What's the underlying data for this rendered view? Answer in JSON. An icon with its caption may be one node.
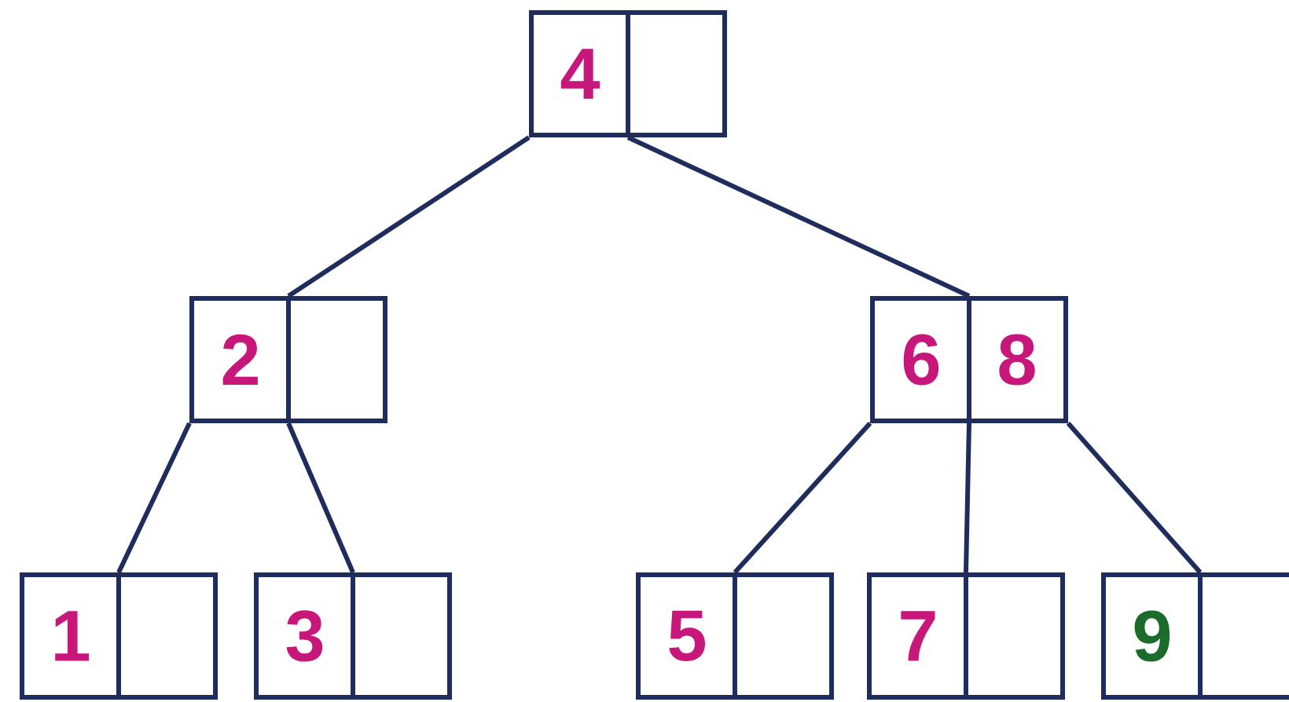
{
  "diagram": {
    "nodes": [
      {
        "text": [
          "4"
        ]
      },
      {
        "text": [
          "2"
        ]
      },
      {
        "text": [
          "6",
          "8"
        ]
      },
      {
        "text": [
          "1"
        ]
      },
      {
        "text": [
          "3"
        ]
      },
      {
        "text": [
          "5"
        ]
      },
      {
        "text": [
          "7"
        ]
      },
      {
        "text": [
          "9"
        ]
      }
    ],
    "edges": [
      {
        "from": 0,
        "to": 1,
        "arrow": "none"
      },
      {
        "from": 0,
        "to": 2,
        "arrow": "none"
      },
      {
        "from": 1,
        "to": 3,
        "arrow": "none"
      },
      {
        "from": 1,
        "to": 4,
        "arrow": "none"
      },
      {
        "from": 2,
        "to": 5,
        "arrow": "none"
      },
      {
        "from": 2,
        "to": 6,
        "arrow": "none"
      },
      {
        "from": 2,
        "to": 7,
        "arrow": "none"
      }
    ]
  }
}
